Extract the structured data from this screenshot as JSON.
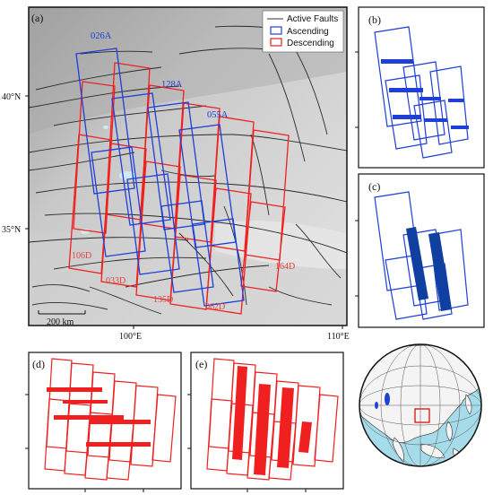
{
  "panels": {
    "a": "(a)",
    "b": "(b)",
    "c": "(c)",
    "d": "(d)",
    "e": "(e)"
  },
  "legend": {
    "faults": "Active Faults",
    "ascending": "Ascending",
    "descending": "Descending"
  },
  "axes": {
    "lat_40": "40°N",
    "lat_35": "35°N",
    "lon_100": "100°E",
    "lon_110": "110°E"
  },
  "scale_bar": "200 km",
  "tracks": {
    "t026A": "026A",
    "t128A": "128A",
    "t055A": "055A",
    "t106D": "106D",
    "t033D": "033D",
    "t135D": "135D",
    "t062D": "062D",
    "t164D": "164D"
  },
  "colors": {
    "ascending": "#1f3fd8",
    "descending": "#f02020",
    "ocean": "#a6dbe9",
    "land": "#f5f5f5"
  }
}
